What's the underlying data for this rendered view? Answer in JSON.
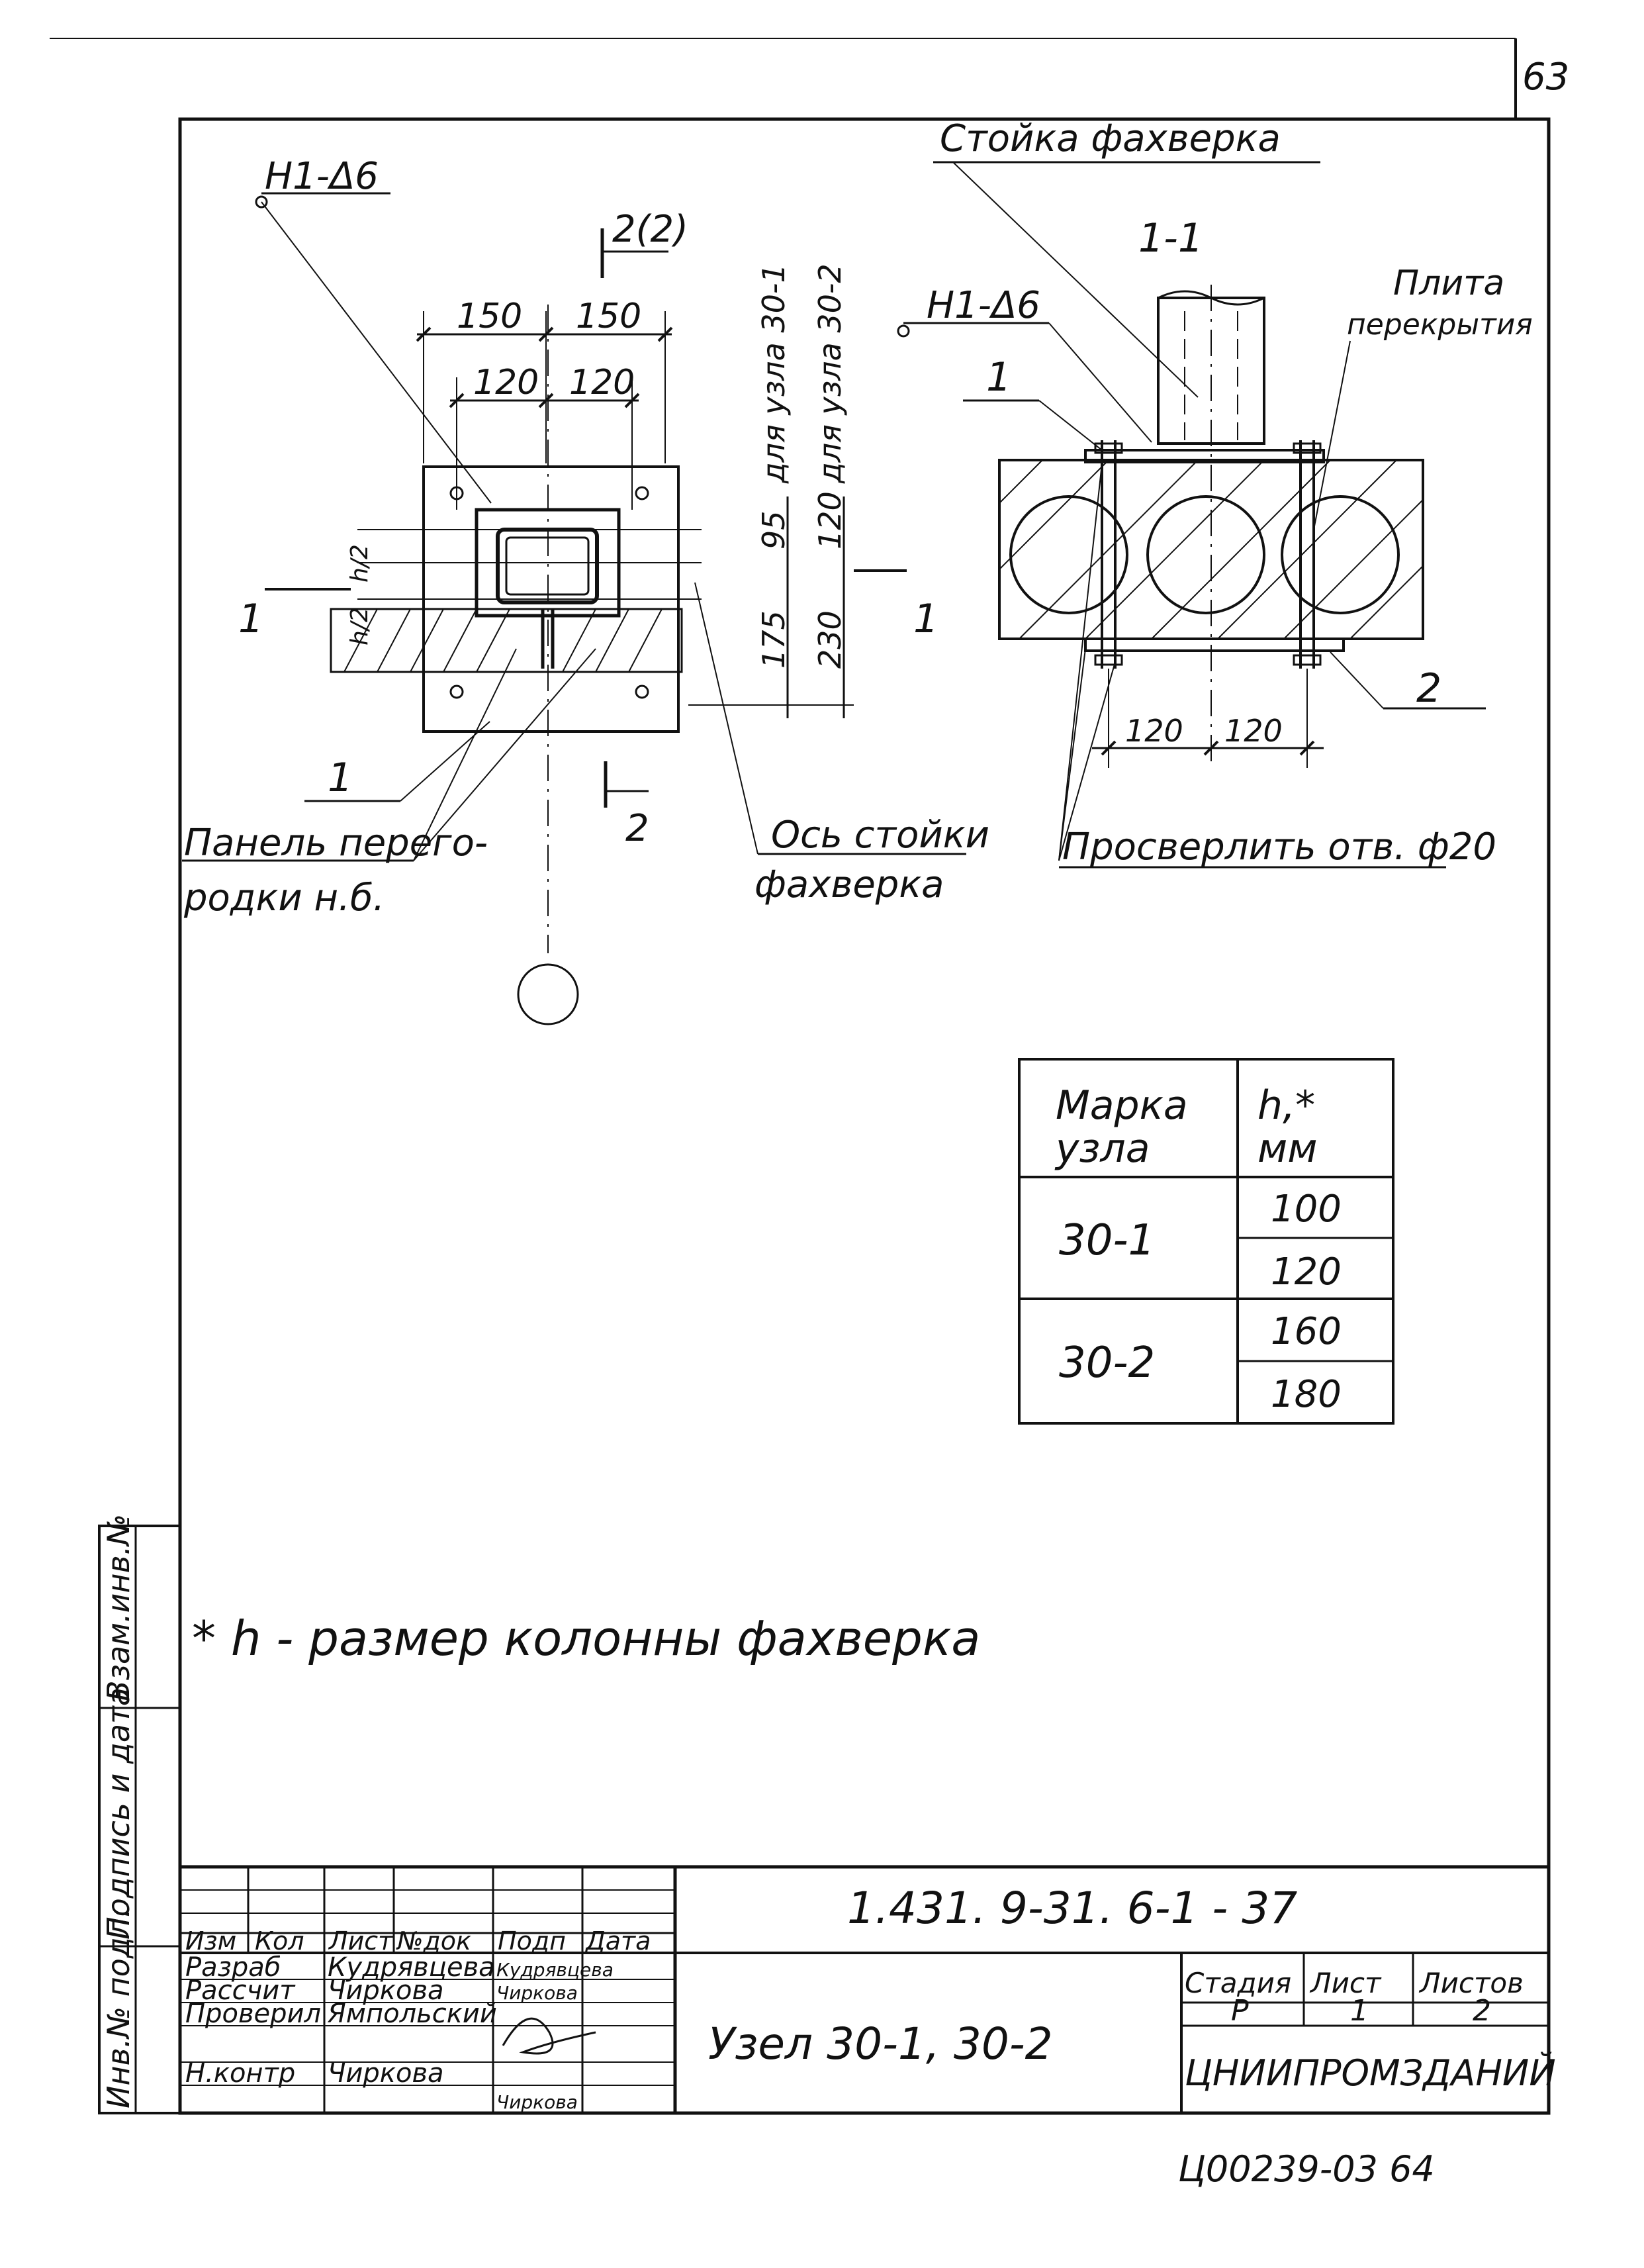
{
  "page_number": "63",
  "views": {
    "plan": {
      "weld_label": "Н1-Δ6",
      "section_mark_top": "2(2)",
      "section_mark_bottom": "2",
      "section_mark_side": "1",
      "dims_top_outer": [
        "150",
        "150"
      ],
      "dims_top_inner": [
        "120",
        "120"
      ],
      "dim_vertical_labels": [
        "для узла 30-1",
        "для узла 30-2"
      ],
      "dims_vertical_top": [
        "95",
        "120"
      ],
      "dims_vertical_bottom": [
        "175",
        "230"
      ],
      "h_labels": [
        "h/2",
        "h/2"
      ],
      "callout_item": "1",
      "callout_panel": "Панель перего-\nродки н.б.",
      "callout_panel_lines": [
        "Панель перего-",
        "родки н.б."
      ],
      "callout_axis_lines": [
        "Ось стойки",
        "фахверка"
      ]
    },
    "section": {
      "title": "1-1",
      "column_label": "Стойка фахверка",
      "slab_label_lines": [
        "Плита",
        "перекрытия"
      ],
      "weld_label": "Н1-Δ6",
      "callout_item_1": "1",
      "callout_item_2": "2",
      "dims_bottom": [
        "120",
        "120"
      ],
      "drill_note": "Просверлить отв. ф20"
    }
  },
  "table": {
    "headers": [
      [
        "Марка",
        "узла"
      ],
      [
        "h,*",
        "мм"
      ]
    ],
    "groups": [
      {
        "mark": "30-1",
        "values": [
          "100",
          "120"
        ]
      },
      {
        "mark": "30-2",
        "values": [
          "160",
          "180"
        ]
      }
    ]
  },
  "footnote": "* h - размер колонны фахверка",
  "left_margin_labels": [
    "Инв.№ подл.",
    "Подпись и дата",
    "Взам.инв.№"
  ],
  "title_block": {
    "code": "1.431. 9-31. 6-1 - 37",
    "name": "Узел 30-1, 30-2",
    "header_cols": [
      "Изм",
      "Кол",
      "Лист",
      "№док",
      "Подп",
      "Дата"
    ],
    "roles": [
      "Разраб",
      "Рассчит",
      "Проверил",
      "Н.контр"
    ],
    "surnames": [
      "Кудрявцева",
      "Чиркова",
      "Ямпольский",
      "Чиркова"
    ],
    "signatures": [
      "Кудрявцева",
      "Чиркова",
      "",
      "Чиркова"
    ],
    "stage_label": "Стадия",
    "sheet_label": "Лист",
    "sheets_label": "Листов",
    "stage": "Р",
    "sheet": "1",
    "sheets": "2",
    "org": "ЦНИИПРОМЗДАНИЙ"
  },
  "archive_stamp": "Ц00239-03  64"
}
